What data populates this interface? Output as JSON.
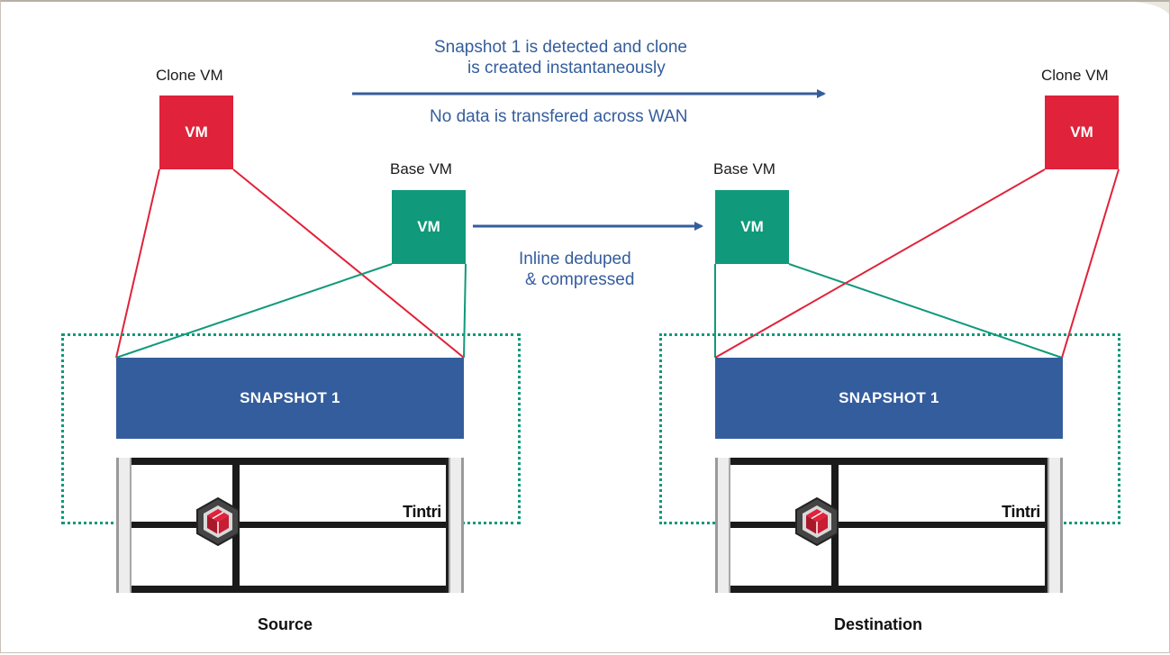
{
  "top_note": {
    "line1": "Snapshot 1 is detected and clone",
    "line2": "is created instantaneously",
    "line3": "No data is transfered across WAN"
  },
  "middle_note": {
    "line1": "Inline deduped",
    "line2": "& compressed"
  },
  "source": {
    "clone_label": "Clone VM",
    "clone_box": "VM",
    "base_label": "Base VM",
    "base_box": "VM",
    "snapshot": "SNAPSHOT 1",
    "brand": "Tintri",
    "caption": "Source"
  },
  "destination": {
    "clone_label": "Clone VM",
    "clone_box": "VM",
    "base_label": "Base VM",
    "base_box": "VM",
    "snapshot": "SNAPSHOT 1",
    "brand": "Tintri",
    "caption": "Destination"
  },
  "colors": {
    "clone": "#e0223a",
    "base": "#10997a",
    "snapshot": "#345d9d",
    "arrow": "#345d9d"
  }
}
